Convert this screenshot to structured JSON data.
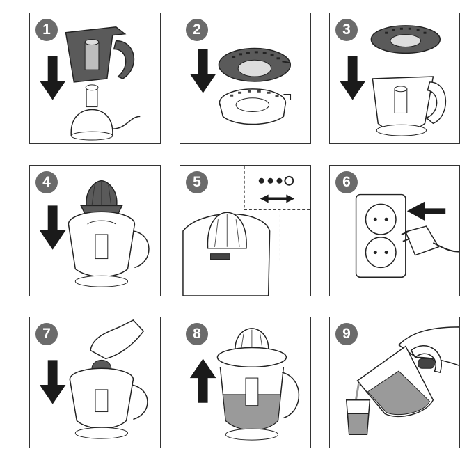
{
  "steps": [
    {
      "number": "1",
      "icon": "base-assembly-icon"
    },
    {
      "number": "2",
      "icon": "pulp-control-ring-icon"
    },
    {
      "number": "3",
      "icon": "sieve-placement-icon"
    },
    {
      "number": "4",
      "icon": "cone-placement-icon"
    },
    {
      "number": "5",
      "icon": "pulp-setting-slider-icon"
    },
    {
      "number": "6",
      "icon": "wall-socket-plug-icon"
    },
    {
      "number": "7",
      "icon": "press-fruit-icon"
    },
    {
      "number": "8",
      "icon": "lift-cone-icon"
    },
    {
      "number": "9",
      "icon": "pour-juice-icon"
    }
  ],
  "colors": {
    "frame": "#333333",
    "badge": "#6b6b6b",
    "arrow": "#1a1a1a",
    "dark_part": "#5a5a5a",
    "juice": "#9a9a9a"
  }
}
